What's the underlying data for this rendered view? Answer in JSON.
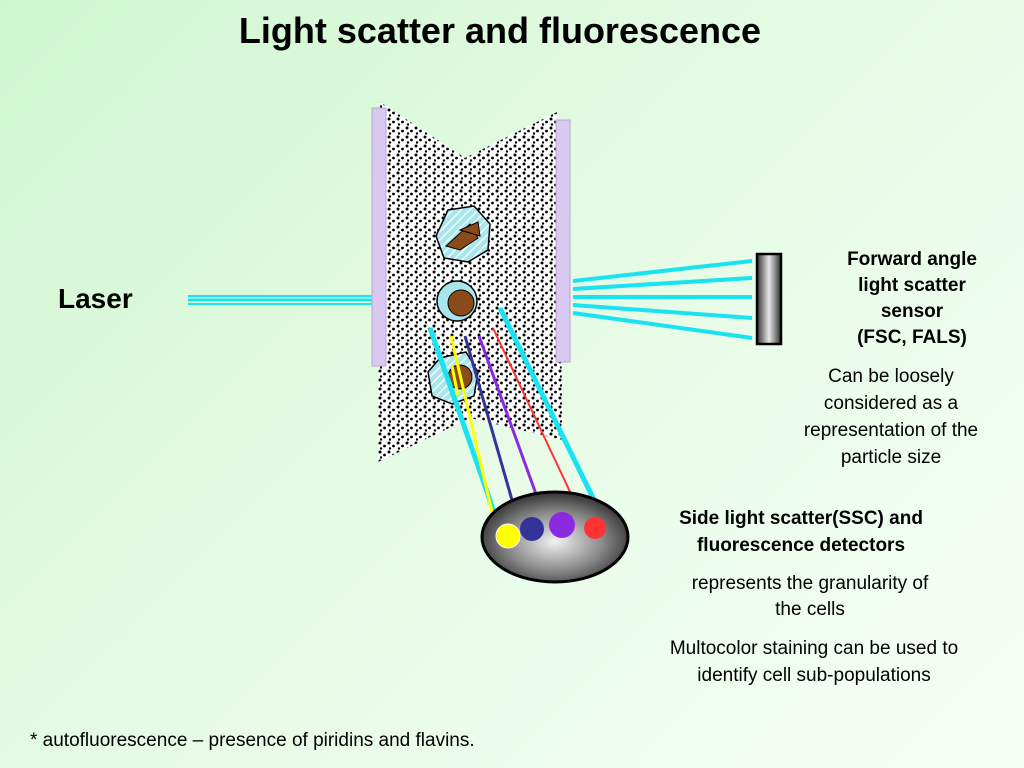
{
  "title": "Light scatter and fluorescence",
  "laser_label": "Laser",
  "fsc": {
    "title": [
      "Forward angle",
      "light scatter",
      "sensor",
      "(FSC, FALS)"
    ],
    "description": [
      "Can be loosely",
      "considered as  a",
      "representation of the",
      "particle size"
    ]
  },
  "ssc": {
    "title": [
      "Side light scatter(SSC) and",
      "fluorescence detectors"
    ],
    "description": [
      "represents the granularity of",
      "the cells"
    ],
    "multicolor": [
      "Multocolor staining can be used to",
      "identify cell sub-populations"
    ]
  },
  "footnote": "* autofluorescence – presence of piridins and flavins.",
  "colors": {
    "beam": "#19e3f0",
    "flow_walls": "#d9c8ef",
    "detector_yellow": "#ffff00",
    "detector_blue": "#333399",
    "detector_violet": "#8a2be2",
    "detector_red": "#ff3333",
    "nucleus": "#8b4a1a",
    "cell": "#a9e6ec"
  }
}
